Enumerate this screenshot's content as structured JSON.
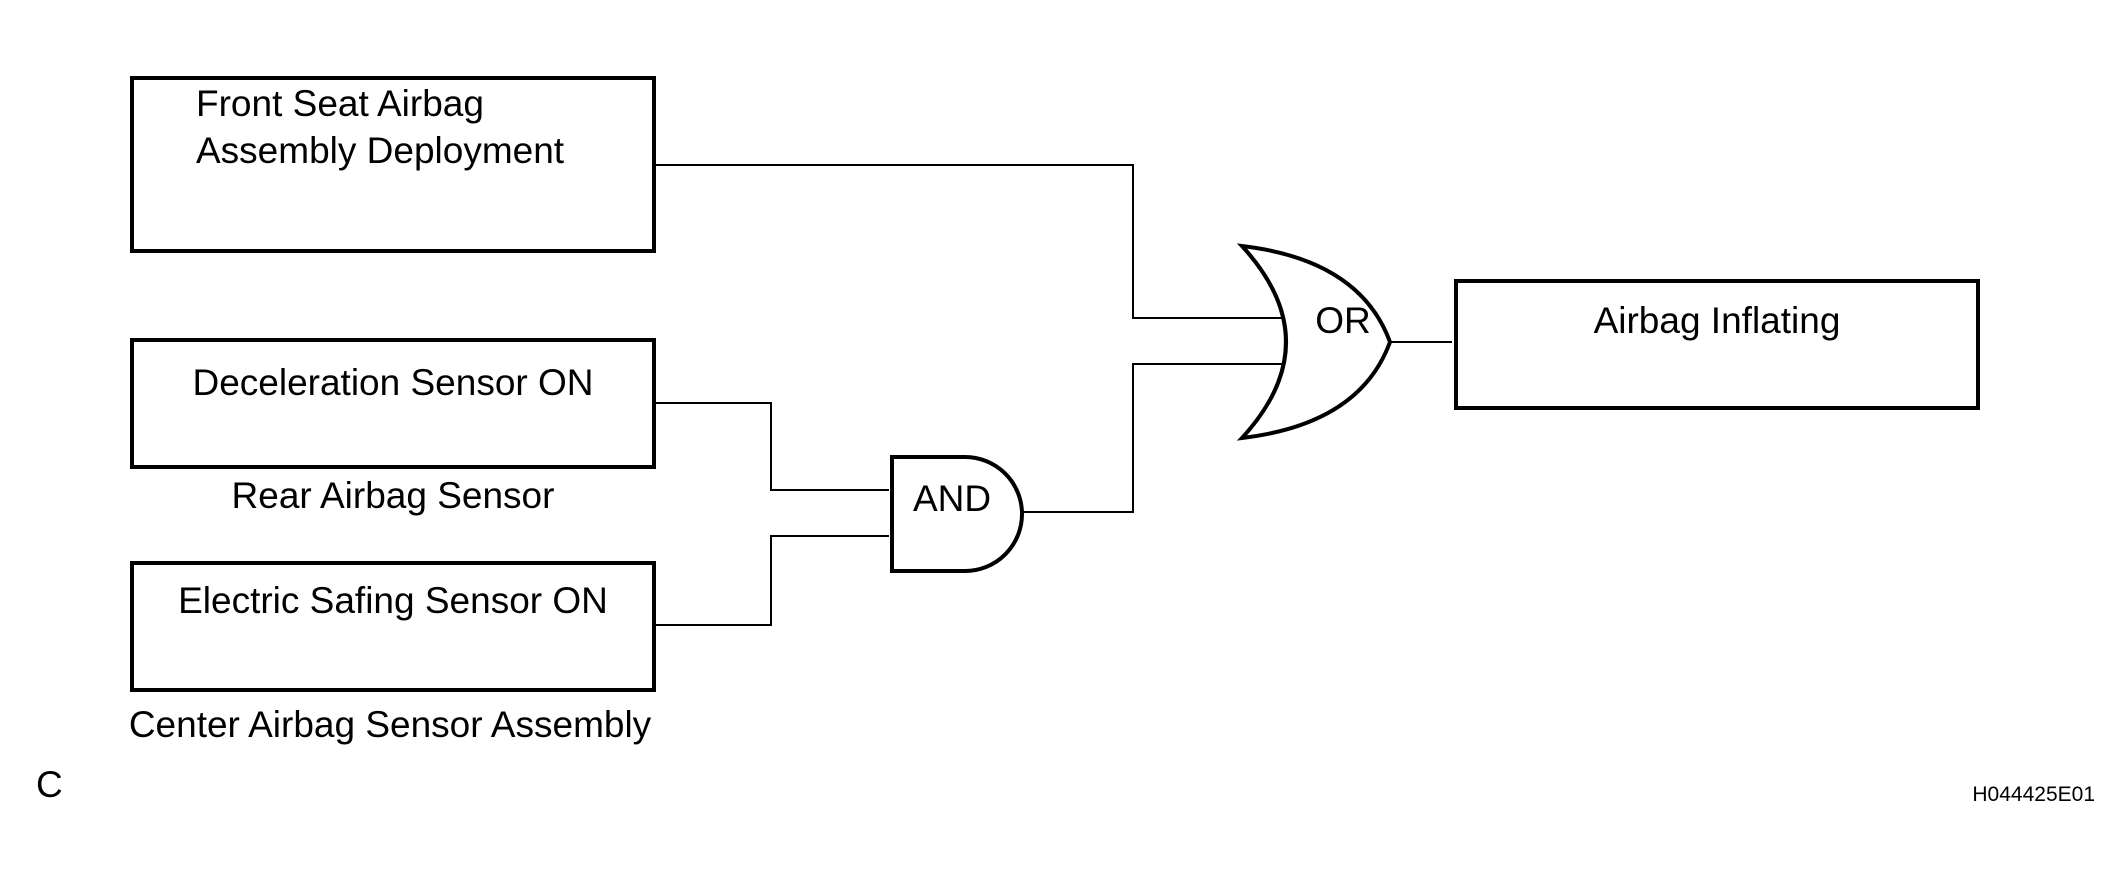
{
  "blocks": {
    "front_seat": {
      "line1": "Front Seat Airbag",
      "line2": "Assembly Deployment"
    },
    "deceleration": {
      "label": "Deceleration Sensor ON",
      "caption": "Rear Airbag Sensor"
    },
    "electric_safing": {
      "label": "Electric Safing Sensor ON",
      "caption": "Center Airbag Sensor Assembly"
    },
    "output": {
      "label": "Airbag Inflating"
    }
  },
  "gates": {
    "and_label": "AND",
    "or_label": "OR"
  },
  "corner_letter": "C",
  "figure_id": "H044425E01"
}
